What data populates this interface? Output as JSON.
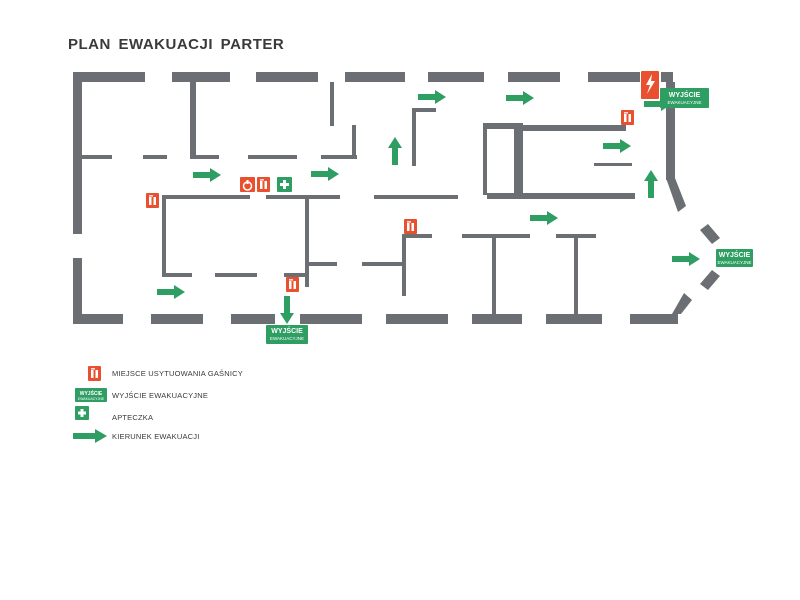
{
  "title": "PLAN EWAKUACJI PARTER",
  "exit_sign": {
    "line1": "WYJŚCIE",
    "line2": "EWAKUACYJNE"
  },
  "legend": {
    "extinguisher": "MIEJSCE USYTUOWANIA GAŚNICY",
    "exit": "WYJŚCIE EWAKUACYJNE",
    "first_aid": "APTECZKA",
    "direction": "KIERUNEK EWAKUACJI"
  },
  "colors": {
    "walls": "#6b6e72",
    "evacuation_green": "#2e9e63",
    "fire_red": "#e8502f",
    "text": "#3a3a3a"
  },
  "icons": [
    "fire-extinguisher-icon",
    "exit-sign-icon",
    "first-aid-kit-icon",
    "evacuation-arrow-icon",
    "high-voltage-icon",
    "fire-alarm-icon"
  ]
}
